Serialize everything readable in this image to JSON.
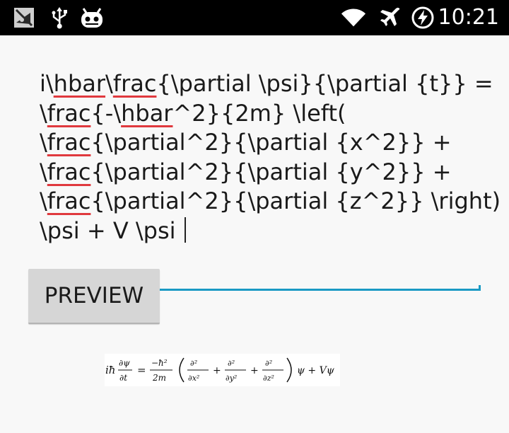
{
  "status_bar": {
    "time": "10:21",
    "icons": [
      "no-sim-icon",
      "usb-icon",
      "cyanogen-mascot-icon",
      "wifi-icon",
      "airplane-icon",
      "charging-battery-icon"
    ]
  },
  "editor": {
    "lines": [
      [
        "i\\",
        {
          "spell": "hbar"
        },
        "\\",
        {
          "spell": "frac"
        },
        "{\\partial \\psi}{\\partial {t}} ="
      ],
      [
        "\\",
        {
          "spell": "frac"
        },
        "{-\\",
        {
          "spell": "hbar"
        },
        "^2}{2m} \\left("
      ],
      [
        "\\",
        {
          "spell": "frac"
        },
        "{\\partial^2}{\\partial {x^2}} +"
      ],
      [
        "\\",
        {
          "spell": "frac"
        },
        "{\\partial^2}{\\partial {y^2}} +"
      ],
      [
        "\\",
        {
          "spell": "frac"
        },
        "{\\partial^2}{\\partial {z^2}} \\right)"
      ],
      [
        "\\psi + V \\psi "
      ]
    ],
    "accent_color": "#1a9ac4",
    "spellcheck_color": "#e0393e"
  },
  "preview_button": {
    "label": "PREVIEW"
  },
  "formula_render": {
    "lhs_prefix": "iħ",
    "lhs_num": "∂ψ",
    "lhs_den": "∂t",
    "equals": "=",
    "coef_num": "−ħ²",
    "coef_den": "2m",
    "terms": [
      {
        "num": "∂²",
        "den": "∂x²"
      },
      {
        "num": "∂²",
        "den": "∂y²"
      },
      {
        "num": "∂²",
        "den": "∂z²"
      }
    ],
    "plus": "+",
    "tail": "ψ + Vψ"
  }
}
